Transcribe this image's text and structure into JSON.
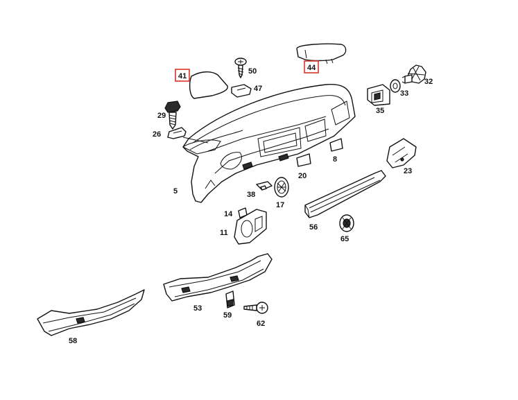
{
  "highlight_color": "#d9342b",
  "labels": {
    "l41": "41",
    "l44": "44",
    "l50": "50",
    "l47": "47",
    "l29": "29",
    "l26": "26",
    "l5": "5",
    "l33": "33",
    "l32": "32",
    "l35": "35",
    "l8": "8",
    "l23": "23",
    "l20": "20",
    "l38": "38",
    "l17": "17",
    "l14": "14",
    "l11": "11",
    "l56": "56",
    "l65": "65",
    "l53": "53",
    "l59": "59",
    "l62": "62",
    "l58": "58"
  }
}
